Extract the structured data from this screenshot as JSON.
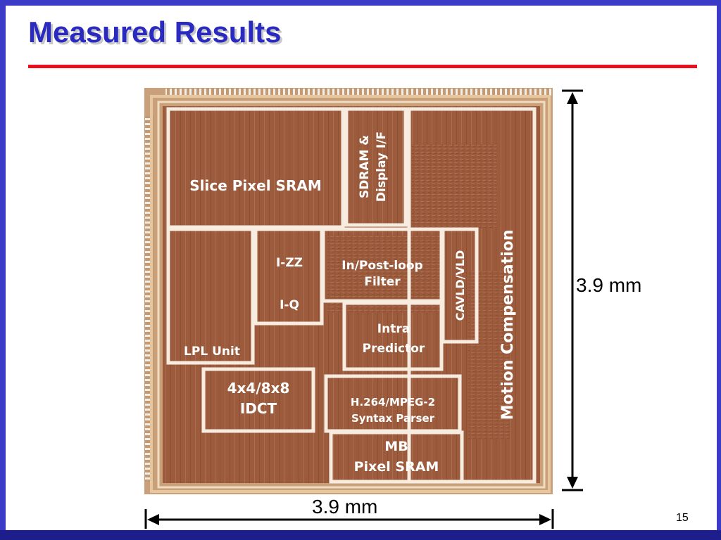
{
  "slide": {
    "title": "Measured Results",
    "page_number": "15"
  },
  "dimensions": {
    "height_label": "3.9 mm",
    "width_label": "3.9 mm"
  },
  "blocks": {
    "slice_pixel_sram": "Slice Pixel SRAM",
    "sdram_line1": "SDRAM &",
    "sdram_line2": "Display I/F",
    "motion_compensation": "Motion Compensation",
    "izz": "I-ZZ",
    "iq": "I-Q",
    "filter_line1": "In/Post-loop",
    "filter_line2": "Filter",
    "cavld": "CAVLD/VLD",
    "intra_line1": "Intra",
    "intra_line2": "Predictor",
    "lpl_unit": "LPL Unit",
    "idct_line1": "4x4/8x8",
    "idct_line2": "IDCT",
    "parser_line1": "H.264/MPEG-2",
    "parser_line2": "Syntax Parser",
    "mb_line1": "MB",
    "mb_line2": "Pixel SRAM"
  },
  "colors": {
    "title": "#2a2ac0",
    "rule": "#e8101a",
    "frame": "#3b3bc8",
    "die": "#9a5a3a",
    "die_edge": "#e8c9a0"
  }
}
